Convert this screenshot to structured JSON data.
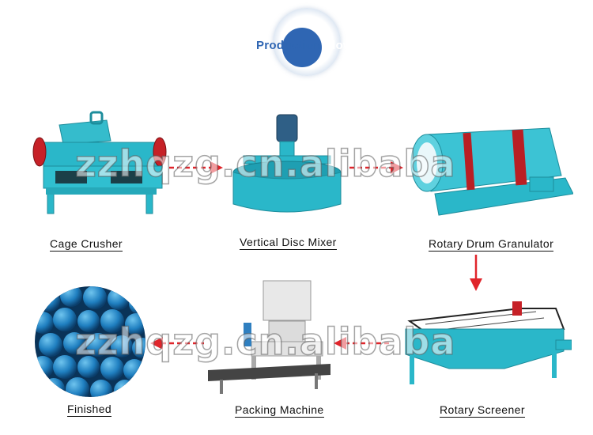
{
  "header": {
    "title_part1": "Production ",
    "title_part2": "Flow"
  },
  "steps": [
    {
      "label": "Cage Crusher"
    },
    {
      "label": "Vertical Disc Mixer"
    },
    {
      "label": "Rotary Drum Granulator"
    },
    {
      "label": "Rotary Screener"
    },
    {
      "label": "Packing Machine"
    },
    {
      "label": "Finished"
    }
  ],
  "watermark": {
    "text": "zzhqzg.cn.alibaba"
  },
  "colors": {
    "machine_teal": "#2ab7c9",
    "accent_red": "#e0252b",
    "granule_blue": "#1f7fc0",
    "title_blue": "#2f66b3"
  },
  "icons": [
    "arrow-right-icon",
    "arrow-down-icon",
    "arrow-left-icon"
  ]
}
